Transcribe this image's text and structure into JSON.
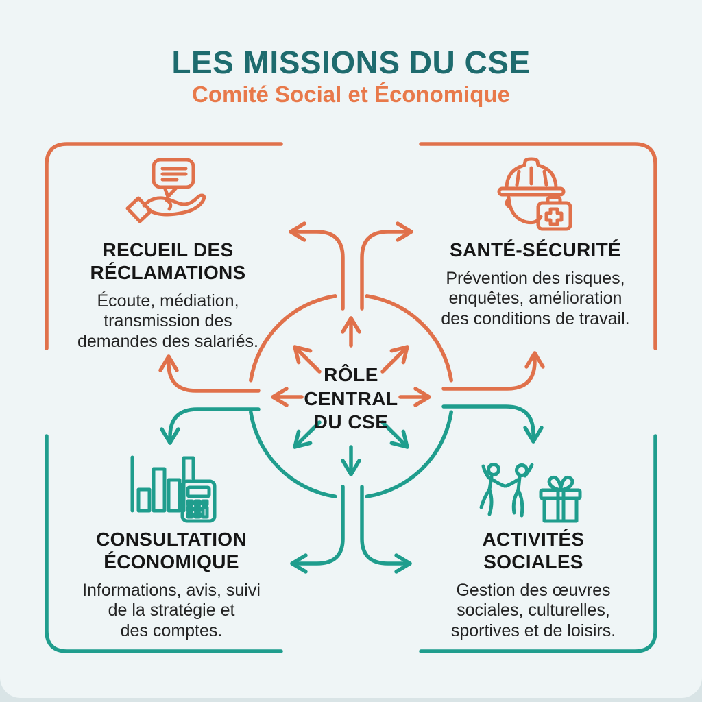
{
  "header": {
    "title": "LES MISSIONS DU CSE",
    "subtitle": "Comité Social et Économique"
  },
  "center": {
    "lines": [
      "RÔLE",
      "CENTRAL",
      "DU CSE"
    ]
  },
  "quadrants": {
    "top_left": {
      "icon": "hand-offering-speech-bubble",
      "title_lines": [
        "RECUEIL DES",
        "RÉCLAMATIONS"
      ],
      "body_lines": [
        "Écoute, médiation,",
        "transmission des",
        "demandes des salariés."
      ]
    },
    "top_right": {
      "icon": "worker-helmet-first-aid-kit",
      "title_lines": [
        "SANTÉ-SÉCURITÉ",
        ""
      ],
      "body_lines": [
        "Prévention des risques,",
        "enquêtes, amélioration",
        "des conditions de travail."
      ]
    },
    "bottom_left": {
      "icon": "bar-chart-calculator",
      "title_lines": [
        "CONSULTATION",
        "ÉCONOMIQUE"
      ],
      "body_lines": [
        "Informations, avis, suivi",
        "de la stratégie et",
        "des comptes."
      ]
    },
    "bottom_right": {
      "icon": "celebrating-people-gift",
      "title_lines": [
        "ACTIVITÉS",
        "SOCIALES"
      ],
      "body_lines": [
        "Gestion des œuvres",
        "sociales, culturelles,",
        "sportives et de loisirs."
      ]
    }
  },
  "colors": {
    "orange": "#e0714b",
    "teal": "#1f9d8d",
    "title_teal": "#1e6b6e",
    "subtitle_orange": "#e8794a",
    "text": "#1f1f1f",
    "background": "#eff5f6"
  }
}
